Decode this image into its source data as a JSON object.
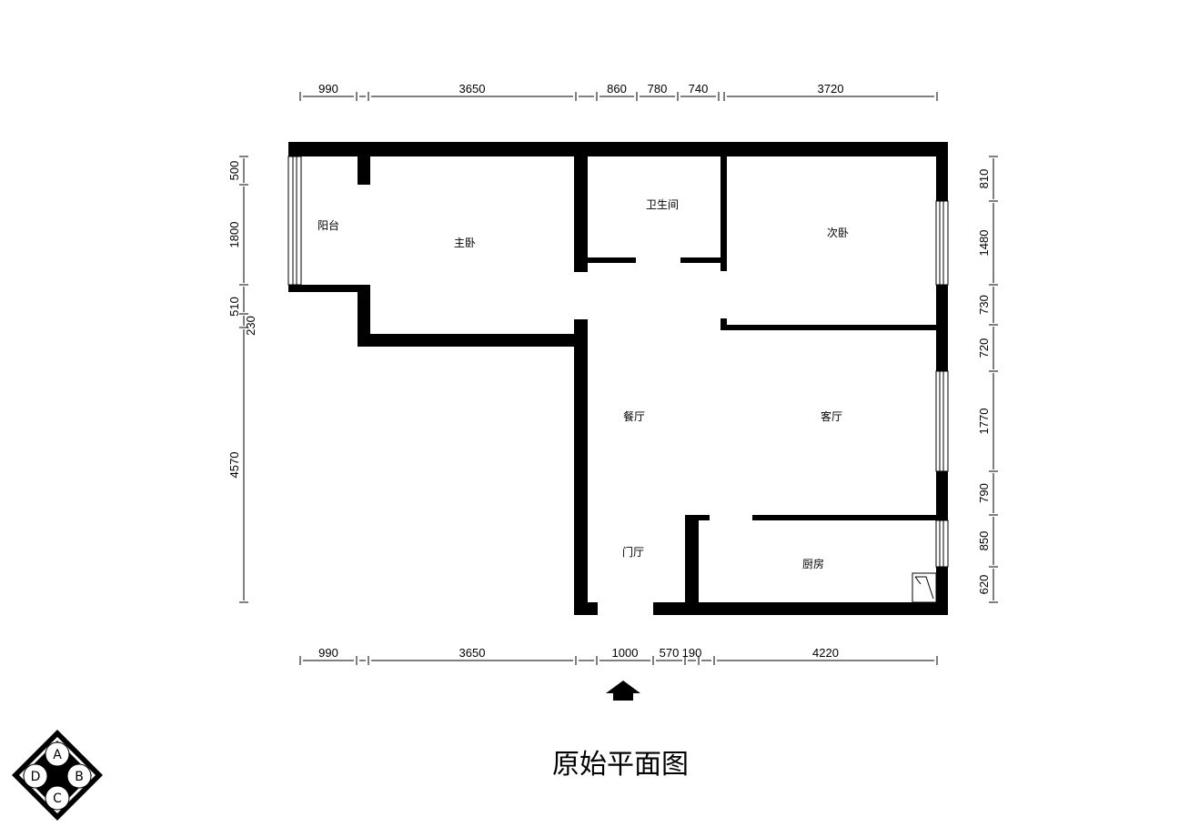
{
  "title": "原始平面图",
  "rooms": {
    "balcony": "阳台",
    "master_bedroom": "主卧",
    "bathroom": "卫生间",
    "second_bedroom": "次卧",
    "dining_room": "餐厅",
    "living_room": "客厅",
    "foyer": "门厅",
    "kitchen": "厨房"
  },
  "dimensions": {
    "top": [
      "990",
      "3650",
      "860",
      "780",
      "740",
      "3720"
    ],
    "bottom": [
      "990",
      "3650",
      "1000",
      "570",
      "190",
      "4220"
    ],
    "left": [
      "500",
      "1800",
      "510",
      "230",
      "4570"
    ],
    "right": [
      "810",
      "1480",
      "730",
      "720",
      "1770",
      "790",
      "850",
      "620"
    ]
  },
  "compass": {
    "up": "A",
    "right": "B",
    "down": "C",
    "left": "D"
  }
}
